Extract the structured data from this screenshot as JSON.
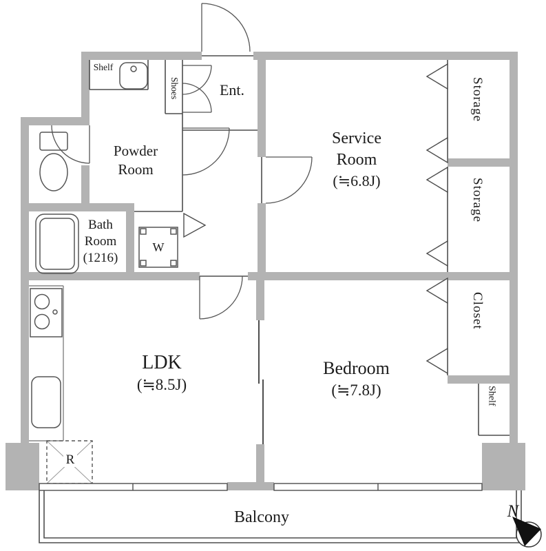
{
  "colors": {
    "wall": "#b3b3b3",
    "line": "#4d4d4d",
    "text": "#1c1c1c",
    "background": "#ffffff"
  },
  "labels": {
    "shelf_top": "Shelf",
    "shoes": "Shoes",
    "entrance": "Ent.",
    "powder_room": {
      "l1": "Powder",
      "l2": "Room"
    },
    "bath_room": {
      "l1": "Bath",
      "l2": "Room",
      "l3": "(1216)"
    },
    "washer": "W",
    "service_room": {
      "l1": "Service",
      "l2": "Room",
      "size": "(≒6.8J)"
    },
    "storage_top": "Storage",
    "storage_bottom": "Storage",
    "closet": "Closet",
    "shelf_right": "Shelf",
    "ldk": {
      "name": "LDK",
      "size": "(≒8.5J)"
    },
    "bedroom": {
      "name": "Bedroom",
      "size": "(≒7.8J)"
    },
    "fridge": "R",
    "balcony": "Balcony",
    "compass": "N"
  }
}
